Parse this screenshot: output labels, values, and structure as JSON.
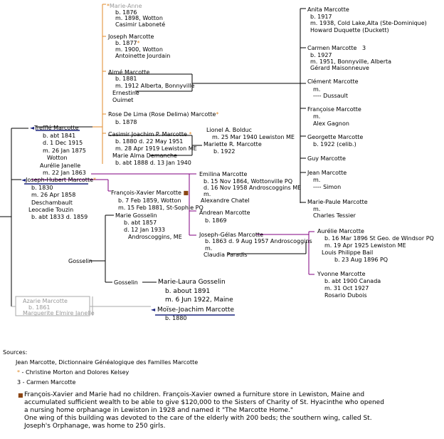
{
  "people": {
    "marie_anne": {
      "name": "Marie-Anne",
      "lines": [
        "b. 1876",
        "m. 1898, Wotton",
        "Casimir Laboneté"
      ]
    },
    "joseph": {
      "name": "Joseph Marcotte",
      "lines": [
        "b. 1877",
        "m. 1900, Wotton",
        "Antoinette Jourdain"
      ]
    },
    "aime": {
      "name": "Aimé Marcotte",
      "lines": [
        "b. 1881",
        "m. 1912  Alberta, Bonnyville",
        "Ernestine",
        "Ouimet"
      ]
    },
    "rose": {
      "name": "Rose De Lima (Rose Delima) Marcotte",
      "lines": [
        "b. 1878"
      ]
    },
    "casimir": {
      "name": "Casimir Joachim P. Marcotte",
      "lines": [
        "b. 1880    d. 22 May 1951",
        "m. 28 Apr 1919 Lewiston ME",
        "Marie Alma Demanche",
        "b. abt 1888  d. 13 Jan 1940"
      ]
    },
    "lionel": {
      "name": "Lionel A. Bolduc",
      "lines": [
        "m. 25 Mar 1940 Lewiston ME"
      ]
    },
    "mariette": {
      "name": "Mariette R. Marcotte",
      "lines": [
        "b. 1922"
      ]
    },
    "treffle": {
      "name": "Trefflé Marcotte",
      "lines": [
        "b. abt 1841",
        "d. 1 Dec 1915",
        "m. 26 Jan 1875",
        "Wotton",
        "Aurélie Janelle",
        "m. 22 Jan 1863"
      ]
    },
    "joseph_hubert": {
      "name": "Joseph-Hubert Marcotte",
      "lines": [
        "b. 1830",
        "m. 26 Apr 1858",
        "Deschambault",
        "Leocadie Touzin",
        "b. abt 1833  d. 1859"
      ]
    },
    "fx": {
      "name": "François-Xavier Marcotte",
      "lines": [
        "b. 7 Feb 1859, Wotton",
        "m. 15 Feb 1881, St-Sophie PQ"
      ]
    },
    "marie_gosselin": {
      "name": "Marie Gosselin",
      "lines": [
        "b. abt 1857",
        "d. 12 Jan 1933",
        "Androscoggins, ME"
      ]
    },
    "emilina": {
      "name": "Emilina Marcotte",
      "lines": [
        "b. 15 Nov 1864, Wottonville PQ",
        "d. 16 Nov 1958 Androscoggins ME",
        "m.",
        "Alexandre Chatel"
      ]
    },
    "andrean": {
      "name": "Andrean Marcotte",
      "lines": [
        "b. 1869"
      ]
    },
    "joseph_gelas": {
      "name": "Joseph-Gélas Marcotte",
      "lines": [
        "b. 1863    d. 9 Aug 1957 Androscoggins",
        "m.",
        "Claudia Paradis"
      ]
    },
    "gosselin1": {
      "name": "Gosselin"
    },
    "gosselin2": {
      "name": "Gosselin"
    },
    "marie_laura": {
      "name": "Marie-Laura Gosselin",
      "lines": [
        "b. about 1891",
        "m. 6 Jun 1922, Maine"
      ]
    },
    "moise": {
      "name": "Moïse-Joachim Marcotte",
      "lines": [
        "b. 1880"
      ]
    },
    "azarie": {
      "name": "Azarie Marcotte",
      "lines": [
        "b. 1861",
        "Marguerite Elmire Janelle"
      ]
    },
    "anita": {
      "name": "Anita Marcotte",
      "lines": [
        "b. 1917",
        "m. 1938, Cold Lake,Alta (Ste-Dominique)",
        "Howard Duquette (Duckett)"
      ]
    },
    "carmen": {
      "name": "Carmen Marcotte",
      "lines": [
        "b. 1927",
        "m. 1951, Bonnyville, Alberta",
        "Gérard Maisonneuve"
      ]
    },
    "clement": {
      "name": "Clément Marcotte",
      "lines": [
        "m.",
        "---- Dussault"
      ]
    },
    "francoise": {
      "name": "Françoise Marcotte",
      "lines": [
        "m.",
        "Alex Gagnon"
      ]
    },
    "georgette": {
      "name": "Georgette Marcotte",
      "lines": [
        "b. 1922     (celib.)"
      ]
    },
    "guy": {
      "name": "Guy Marcotte"
    },
    "jean": {
      "name": "Jean Marcotte",
      "lines": [
        "m.",
        "---- Simon"
      ]
    },
    "marie_paule": {
      "name": "Marie-Paule Marcotte",
      "lines": [
        "m.",
        "Charles Tessier"
      ]
    },
    "aurelie": {
      "name": "Aurélie Marcotte",
      "lines": [
        "b. 16 Mar 1896  St Geo. de Windsor PQ",
        "m. 19 Apr 1925 Lewiston ME",
        "Louis Philippe Bail",
        "b. 23 Aug 1896 PQ"
      ]
    },
    "yvonne": {
      "name": "Yvonne Marcotte",
      "lines": [
        "b. abt 1900 Canada",
        "m. 31 Oct 1927",
        "Rosario Dubois"
      ]
    }
  },
  "markers": {
    "star": "*",
    "square": "■",
    "three": "3",
    "arrow": "◄"
  },
  "sources": {
    "title": "Sources:",
    "items": [
      "Jean Marcotte, Dictionnaire Généalogique des Familles Marcotte",
      "- Christine Morton and Dolores Kelsey",
      "3 - Carmen Marcotte"
    ],
    "note": [
      "François-Xavier and Marie had no children.  François-Xavier owned a furniture store in Lewiston, Maine and",
      "accumulated sufficient wealth to be able to give $120,000 to the Sisters of Charity of St. Hyacinthe who opened",
      "a nursing home orphanage in Lewiston  in 1928 and named it \"The Marcotte Home.\"",
      "One wing of this building was devoted to the care of the elderly with 200 beds; the southern wing, called St.",
      "Joseph's Orphanage, was home to 250 girls."
    ]
  },
  "colors": {
    "orange": "#e08a2a",
    "purple": "#800080",
    "navy": "#1a237e",
    "grey": "#aaaaaa",
    "black": "#000000",
    "brown": "#8b4513"
  }
}
